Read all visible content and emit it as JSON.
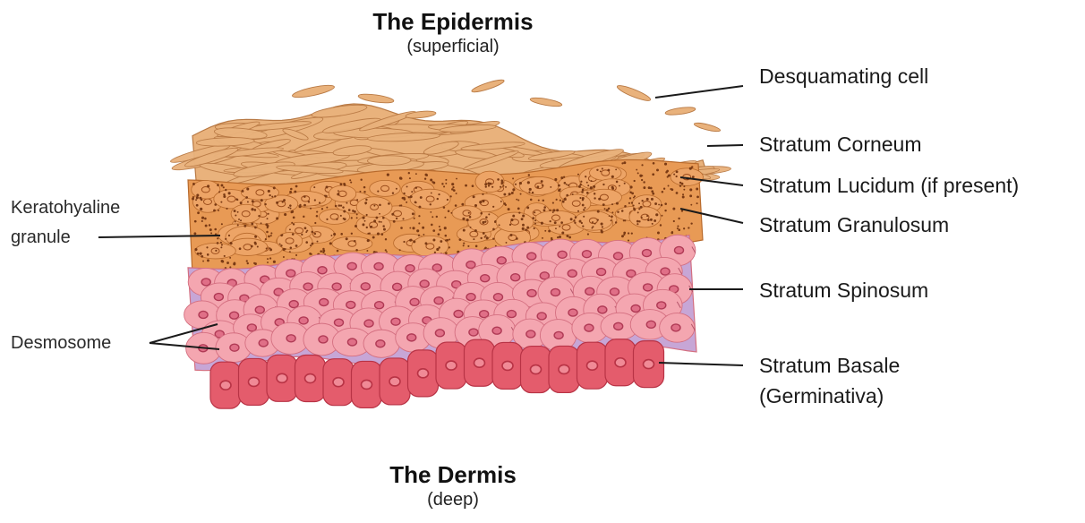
{
  "top_heading": {
    "title": "The Epidermis",
    "subtitle": "(superficial)"
  },
  "bottom_heading": {
    "title": "The Dermis",
    "subtitle": "(deep)"
  },
  "labels_right": {
    "desquamating_cell": "Desquamating cell",
    "stratum_corneum": "Stratum Corneum",
    "stratum_lucidum": "Stratum Lucidum (if present)",
    "stratum_granulosum": "Stratum Granulosum",
    "stratum_spinosum": "Stratum Spinosum",
    "stratum_basale_line1": "Stratum Basale",
    "stratum_basale_line2": "(Germinativa)"
  },
  "labels_left": {
    "keratohyaline_line1": "Keratohyaline",
    "keratohyaline_line2": "granule",
    "desmosome": "Desmosome"
  },
  "colors": {
    "corneum": "#e9b27c",
    "corneum_edge": "#b97a45",
    "granulosum": "#e89a55",
    "granulosum_edge": "#b86a2c",
    "spinosum": "#f4a6b0",
    "spinosum_edge": "#d46f80",
    "basale": "#e45c6c",
    "basale_edge": "#b83345",
    "nucleus": "#b03a55",
    "leader_line": "#1a1a1a"
  }
}
